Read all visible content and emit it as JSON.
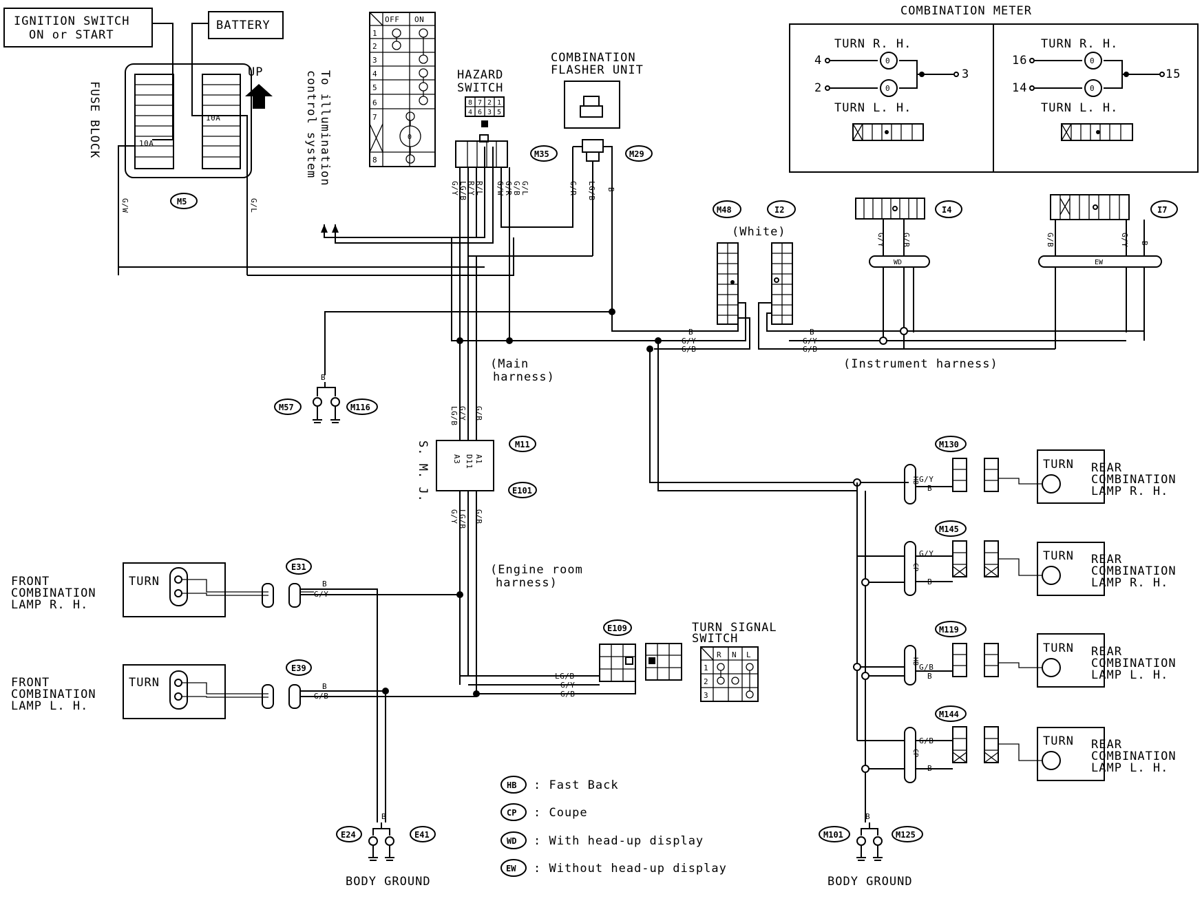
{
  "labels": {
    "ignition_switch": [
      "IGNITION SWITCH",
      "ON or START"
    ],
    "battery": "BATTERY",
    "fuse_block": "FUSE BLOCK",
    "up": "UP",
    "fuse_10a_left": "10A",
    "fuse_10a_right": "10A",
    "illumination": [
      "To illumination",
      "control system"
    ],
    "hazard_switch": [
      "HAZARD",
      "SWITCH"
    ],
    "flasher_unit": [
      "COMBINATION",
      "FLASHER UNIT"
    ],
    "combination_meter": "COMBINATION METER",
    "turn_rh": "TURN R. H.",
    "turn_lh": "TURN L. H.",
    "white": "(White)",
    "main_harness": [
      "(Main",
      "harness)"
    ],
    "instrument_harness": "(Instrument harness)",
    "smj": "S. M. J.",
    "engine_room_harness": [
      "(Engine room",
      "harness)"
    ],
    "turn_signal_switch": [
      "TURN SIGNAL",
      "SWITCH"
    ],
    "front_rh": [
      "FRONT",
      "COMBINATION",
      "LAMP R. H."
    ],
    "front_lh": [
      "FRONT",
      "COMBINATION",
      "LAMP L. H."
    ],
    "rear_rh": [
      "REAR",
      "COMBINATION",
      "LAMP R. H."
    ],
    "rear_lh": [
      "REAR",
      "COMBINATION",
      "LAMP L. H."
    ],
    "turn": "TURN",
    "body_ground": "BODY GROUND"
  },
  "connectors": {
    "m5": "M5",
    "m35": "M35",
    "m29": "M29",
    "m48": "M48",
    "i2": "I2",
    "i4": "I4",
    "i7": "I7",
    "m57": "M57",
    "m116": "M116",
    "m11": "M11",
    "e101": "E101",
    "e31": "E31",
    "e39": "E39",
    "e109": "E109",
    "e24": "E24",
    "e41": "E41",
    "m130": "M130",
    "m145": "M145",
    "m119": "M119",
    "m144": "M144",
    "m101": "M101",
    "m125": "M125"
  },
  "hazard_table": {
    "headers": [
      "OFF",
      "ON"
    ],
    "rows": [
      "1",
      "2",
      "3",
      "4",
      "5",
      "6",
      "7",
      "8"
    ]
  },
  "hazard_pins": [
    "8",
    "7",
    "2",
    "1",
    "4",
    "6",
    "3",
    "5"
  ],
  "turn_signal_table": {
    "headers": [
      "R",
      "N",
      "L"
    ],
    "rows": [
      "1",
      "2",
      "3"
    ]
  },
  "meter_pins": {
    "left": {
      "in_rh": "4",
      "in_lh": "2",
      "out": "3"
    },
    "right": {
      "in_rh": "16",
      "in_lh": "14",
      "out": "15"
    }
  },
  "harness_bands": {
    "wd": "WD",
    "ew": "EW",
    "hb": "HB",
    "cp": "CP"
  },
  "smj_pins": [
    "A1",
    "D11",
    "A3"
  ],
  "wire_colors": {
    "gw": "G/W",
    "gl": "G/L",
    "gy": "G/Y",
    "gb": "G/B",
    "lgb": "LG/B",
    "ry": "R/Y",
    "rl": "R/L",
    "gr": "G/R",
    "b": "B"
  },
  "legend": [
    {
      "code": "HB",
      "text": ": Fast Back"
    },
    {
      "code": "CP",
      "text": ": Coupe"
    },
    {
      "code": "WD",
      "text": ": With head-up display"
    },
    {
      "code": "EW",
      "text": ": Without head-up display"
    }
  ]
}
